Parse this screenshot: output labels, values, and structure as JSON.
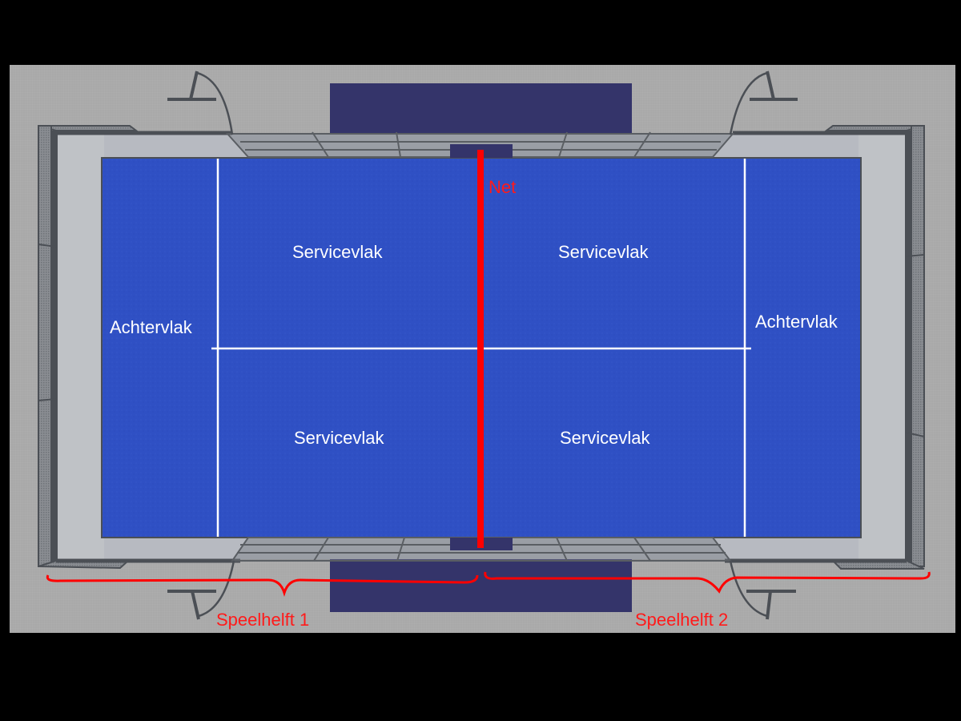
{
  "diagram": {
    "subject": "padel court top view",
    "colors": {
      "background": "#000000",
      "floor": "#a9a9a9",
      "surround_zone": "#34346a",
      "court_surface": "#2f50c4",
      "court_lines": "#ffffff",
      "net": "#ff0000",
      "annotation": "#ff0000",
      "walls": "#4b4f55",
      "glass": "#b9bcc3"
    },
    "zones": {
      "back_left": "Achtervlak",
      "back_right": "Achtervlak",
      "service_top_left": "Servicevlak",
      "service_top_right": "Servicevlak",
      "service_bottom_left": "Servicevlak",
      "service_bottom_right": "Servicevlak"
    },
    "net_label": "Net",
    "halves": {
      "left": "Speelhelft 1",
      "right": "Speelhelft 2"
    },
    "lamps": [
      "lamp-top-left",
      "lamp-top-right",
      "lamp-bottom-left",
      "lamp-bottom-right"
    ]
  }
}
